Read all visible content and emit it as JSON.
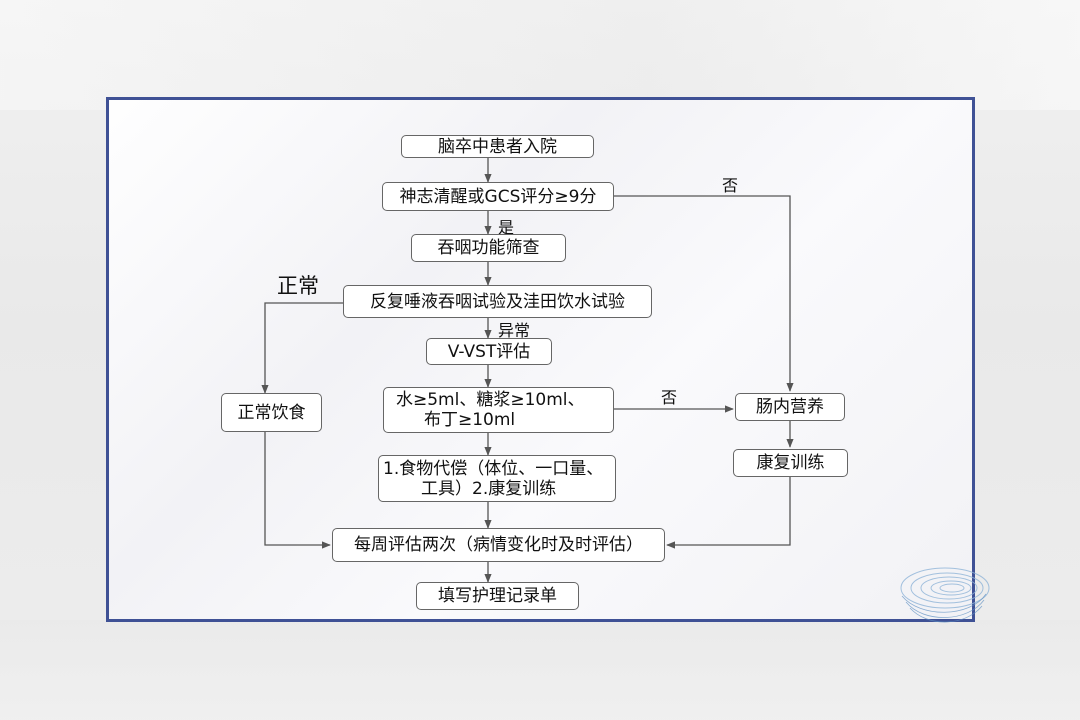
{
  "nodes": {
    "admission": "脑卒中患者入院",
    "consciousness": "神志清醒或GCS评分≥9分",
    "screening": "吞咽功能筛查",
    "swallow_test": "反复唾液吞咽试验及洼田饮水试验",
    "vvst": "V-VST评估",
    "threshold_line1": "水≥5ml、糖浆≥10ml、",
    "threshold_line2": "布丁≥10ml",
    "compensation_line1": "1.食物代偿（体位、一口量、",
    "compensation_line2": "工具）2.康复训练",
    "weekly": "每周评估两次（病情变化时及时评估）",
    "record": "填写护理记录单",
    "normal_diet": "正常饮食",
    "enteral": "肠内营养",
    "rehab": "康复训练"
  },
  "labels": {
    "yes": "是",
    "no_top": "否",
    "normal": "正常",
    "abnormal": "异常",
    "no_mid": "否"
  },
  "colors": {
    "frame": "#3f5195",
    "line": "#555555"
  }
}
